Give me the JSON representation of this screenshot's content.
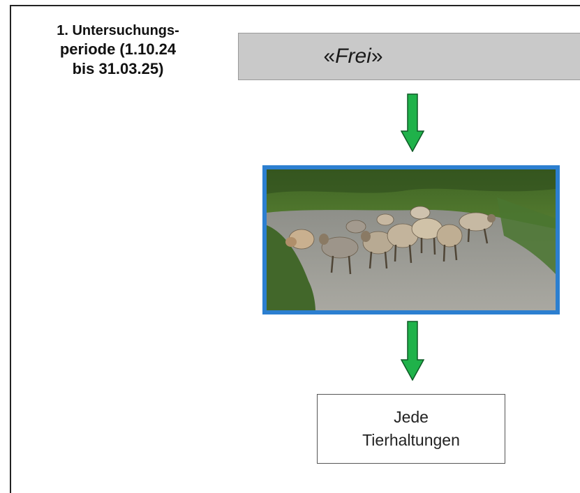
{
  "period": {
    "line1": "1. Untersuchungs-",
    "line2": "periode (1.10.24",
    "line3": "bis 31.03.25)"
  },
  "status": {
    "open_quote": "«",
    "word": "Frei",
    "close_quote": "»"
  },
  "result": {
    "line1": "Jede",
    "line2": "Tierhaltungen"
  },
  "photo": {
    "subject": "flock of sheep on a gravel road"
  },
  "colors": {
    "arrow": "#1fb24a",
    "photo_border": "#2c7fd0",
    "status_fill": "#c9c9c9"
  }
}
